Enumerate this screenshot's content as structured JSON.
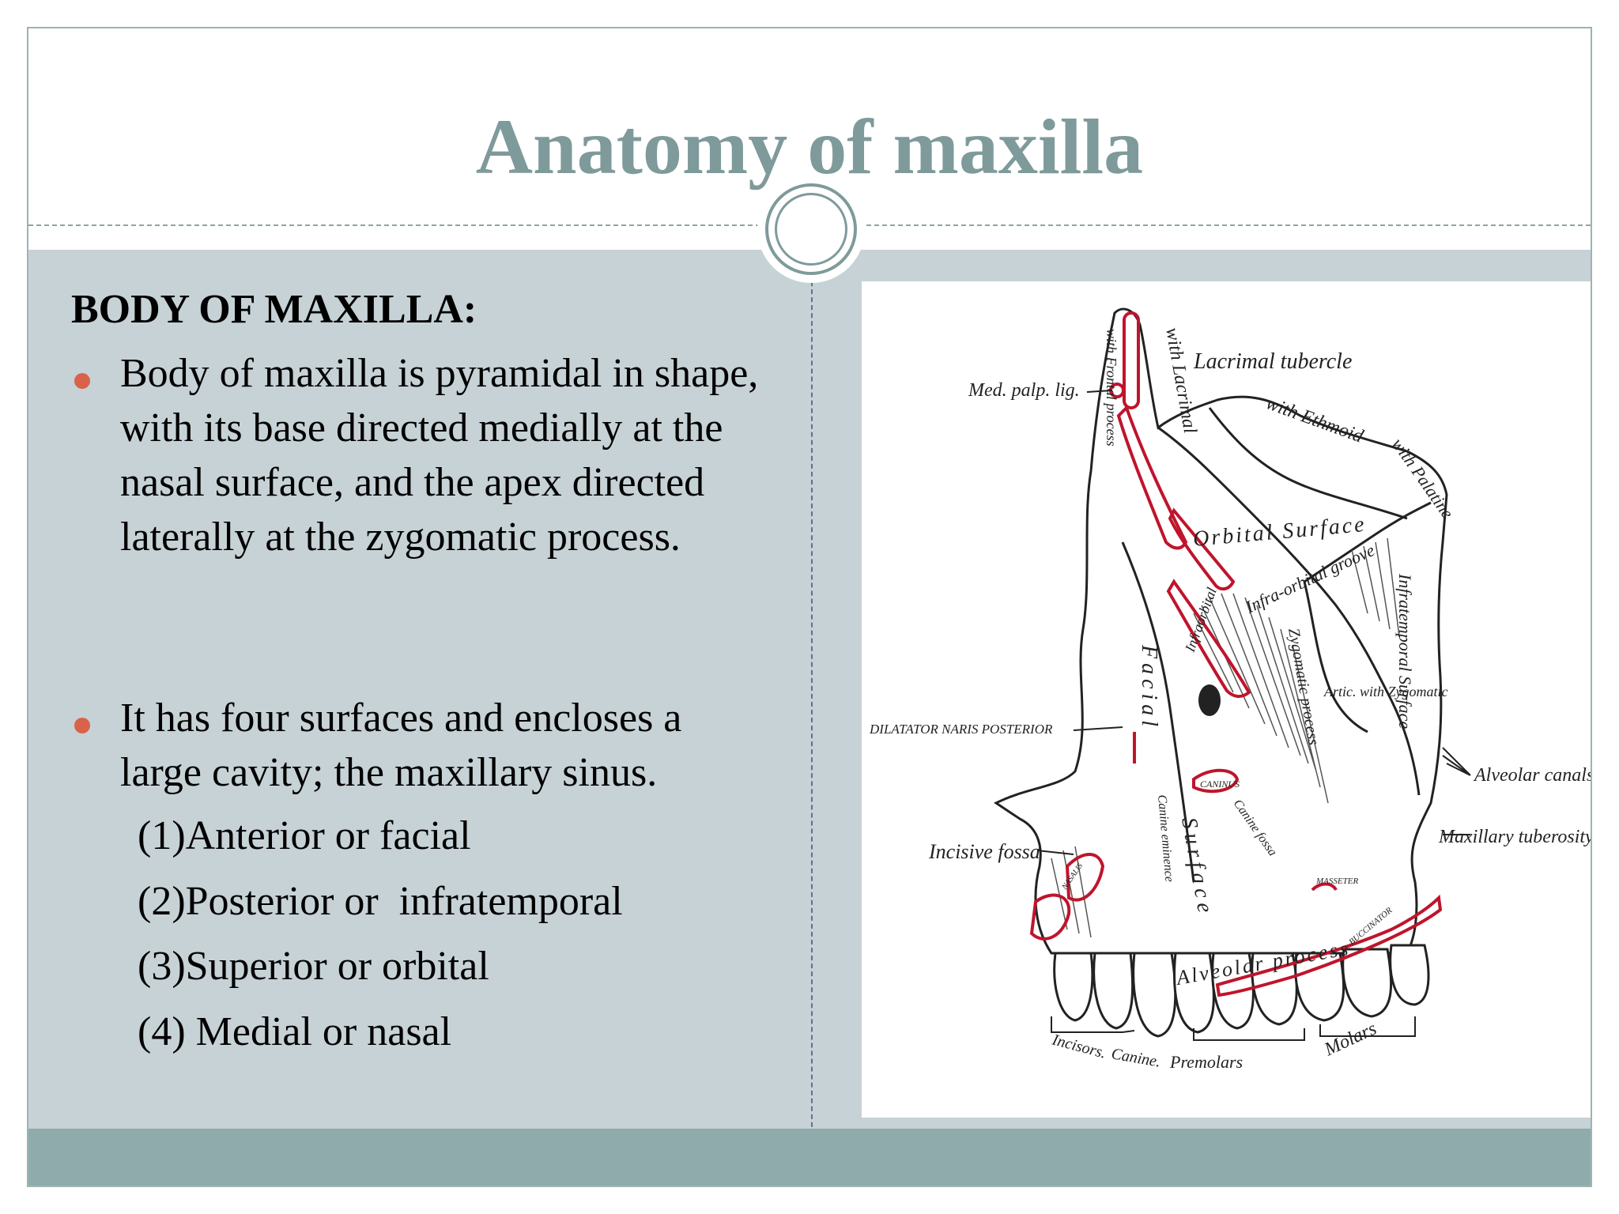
{
  "slide": {
    "title": "Anatomy of maxilla",
    "heading": "BODY OF MAXILLA:",
    "bullets": [
      "Body of maxilla is pyramidal in shape, with its base directed medially at the nasal surface, and the apex directed laterally at the zygomatic process.",
      "It has four surfaces and encloses a large cavity; the maxillary sinus."
    ],
    "surfaces": [
      "(1)Anterior or facial",
      "(2)Posterior or  infratemporal",
      "(3)Superior or orbital",
      "(4) Medial or nasal"
    ]
  },
  "figure": {
    "labels": {
      "frontal_process": "with Frontal process",
      "lacrimal_tubercle": "Lacrimal tubercle",
      "with_lacrimal": "with Lacrimal",
      "med_palp_lig": "Med. palp. lig.",
      "with_ethmoid": "with Ethmoid",
      "with_palatine": "with Palatine",
      "orbital_surface": "Orbital Surface",
      "infraorbital_groove": "Infra-orbital groove",
      "infratemporal_surface": "Infratemporal Surface",
      "facial": "Facial",
      "infraorbital": "Infraorbital",
      "zygomatic_process": "Zygomatic process",
      "artic_zygomatic": "Artic. with Zygomatic",
      "dilatator": "DILATATOR NARIS POSTERIOR",
      "alveolar_canals": "Alveolar canals",
      "caninus": "CANINUS",
      "canine_eminence": "Canine eminence",
      "canine_fossa": "Canine fossa",
      "surface": "Surface",
      "incisive_fossa": "Incisive fossa",
      "maxillary_tuberosity": "Maxillary tuberosity",
      "nasalis": "NASALIS",
      "masseter": "MASSETER",
      "buccinator": "BUCCINATOR",
      "alveolar_process": "Alveolar process",
      "incisors": "Incisors.",
      "canine": "Canine.",
      "premolars": "Premolars",
      "molars": "Molars"
    }
  }
}
